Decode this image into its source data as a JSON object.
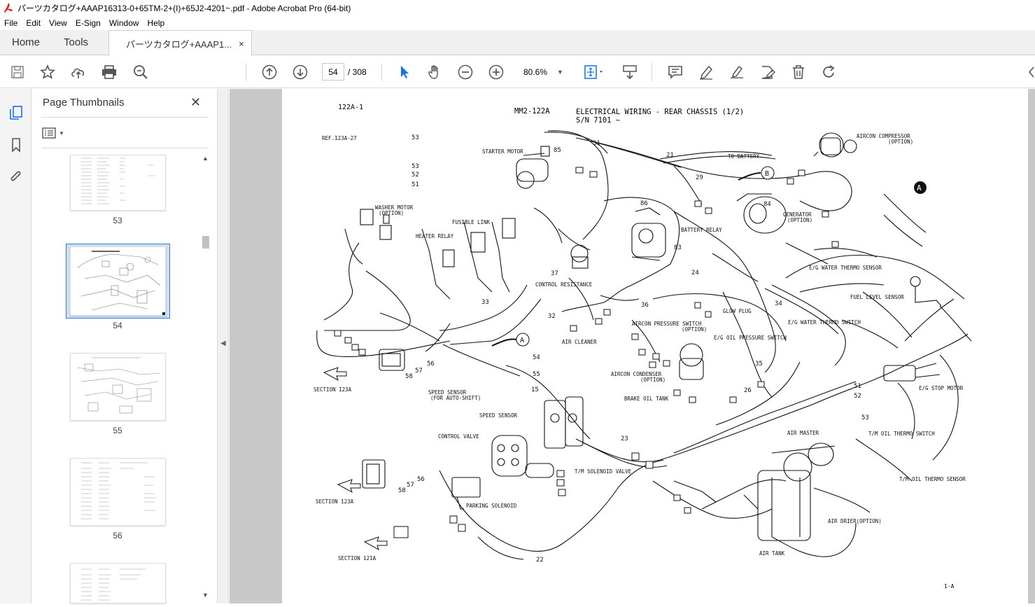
{
  "window": {
    "title": "パーツカタログ+AAAP16313-0+65TM-2+(I)+65J2-4201~.pdf - Adobe Acrobat Pro (64-bit)"
  },
  "menu": {
    "items": [
      "File",
      "Edit",
      "View",
      "E-Sign",
      "Window",
      "Help"
    ]
  },
  "tabs": {
    "home": "Home",
    "tools": "Tools",
    "document": "パーツカタログ+AAAP1...",
    "close": "×"
  },
  "toolbar": {
    "page_current": "54",
    "page_total": "/ 308",
    "zoom": "80.6%"
  },
  "panel": {
    "title": "Page Thumbnails",
    "close": "✕"
  },
  "thumbnails": [
    {
      "label": "53"
    },
    {
      "label": "54"
    },
    {
      "label": "55"
    },
    {
      "label": "56"
    }
  ],
  "document": {
    "page_id": "122A-1",
    "drawing_no": "MM2-122A",
    "title_line1": "ELECTRICAL WIRING - REAR CHASSIS (1/2)",
    "title_line2": "S/N 7101 ~",
    "footer": "1-A",
    "labels": {
      "ref": "REF.123A-27",
      "starter_motor": "STARTER MOTOR",
      "to_battery": "TO BATTERY",
      "aircon_compressor": "AIRCON COMPRESSOR",
      "option": "(OPTION)",
      "washer_motor": "WASHER MOTOR",
      "fusible_link": "FUSIBLE LINK",
      "heater_relay": "HEATER RELAY",
      "battery_relay": "BATTERY RELAY",
      "generator": "GENERATOR",
      "control_resistance": "CONTROL RESISTANCE",
      "eg_water_thermo_sensor": "E/G WATER THERMO SENSOR",
      "fuel_level_sensor": "FUEL LEVEL SENSOR",
      "glow_plug": "GLOW PLUG",
      "eg_water_thermo_switch": "E/G WATER THERMO SWITCH",
      "air_cleaner": "AIR CLEANER",
      "aircon_pressure_switch": "AIRCON PRESSURE SWITCH",
      "eg_oil_pressure_switch": "E/G OIL PRESSURE SWITCH",
      "aircon_condenser": "AIRCON CONDENSER",
      "brake_oil_tank": "BRAKE OIL TANK",
      "section_123a": "SECTION 123A",
      "section_121a": "SECTION 121A",
      "speed_sensor_auto": "SPEED SENSOR",
      "for_auto_shift": "(FOR AUTO-SHIFT)",
      "speed_sensor": "SPEED SENSOR",
      "control_valve": "CONTROL VALVE",
      "tm_solenoid_valve": "T/M SOLENOID VALVE",
      "parking_solenoid": "PARKING SOLENOID",
      "eg_stop_motor": "E/G STOP MOTOR",
      "air_master": "AIR MASTER",
      "tm_oil_thermo_switch": "T/M OIL THERMO SWITCH",
      "tm_oil_thermo_sensor": "T/M OIL THERMO SENSOR",
      "air_drier": "AIR DRIER(OPTION)",
      "air_tank": "AIR TANK"
    },
    "numbers": [
      "53",
      "52",
      "51",
      "85",
      "31",
      "21",
      "29",
      "86",
      "84",
      "83",
      "24",
      "37",
      "33",
      "32",
      "36",
      "34",
      "35",
      "26",
      "54",
      "55",
      "15",
      "58",
      "57",
      "56",
      "23",
      "22",
      "A",
      "B"
    ]
  }
}
